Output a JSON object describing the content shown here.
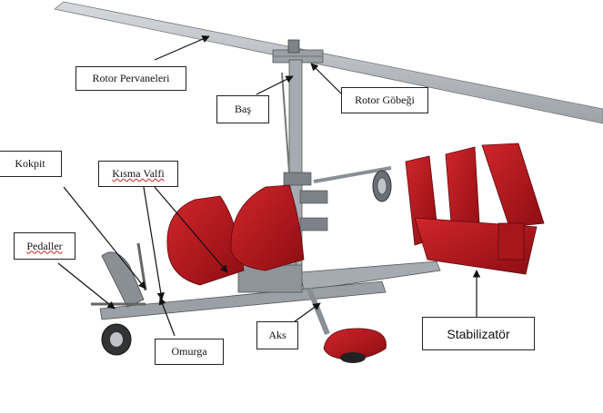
{
  "labels": {
    "rotor_blades": "Rotor Pervaneleri",
    "head": "Baş",
    "rotor_hub": "Rotor Göbeği",
    "cockpit": "Kokpit",
    "throttle_valve": "Kısma Valfi",
    "pedals": "Pedaller",
    "keel": "Omurga",
    "axle": "Aks",
    "stabilizer": "Stabilizatör"
  },
  "colors": {
    "body_red": "#b0141a",
    "frame_gray": "#8a8f96",
    "rotor_gray": "#b9bdc2"
  }
}
